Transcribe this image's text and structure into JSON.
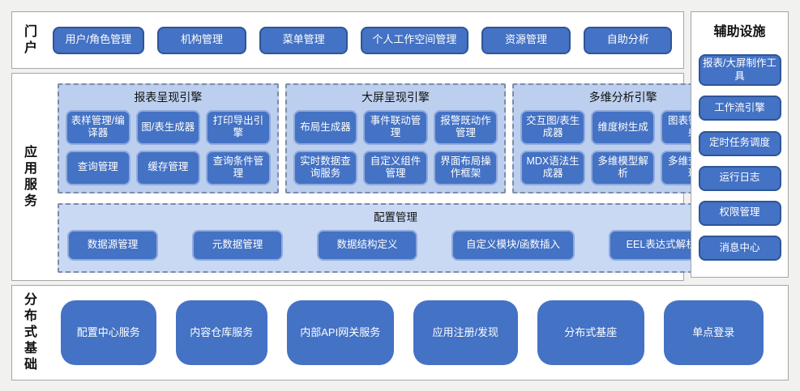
{
  "colors": {
    "button_blue": "#4472c4",
    "button_border_dark": "#2f5597",
    "inner_button_border": "#8faadc",
    "engine_panel_bg": "#bccfee",
    "config_panel_bg": "#c9d8f3",
    "dashed_border": "#7e8ca8",
    "section_border": "#a6a6a6",
    "page_bg": "#f1f1ef"
  },
  "portal": {
    "label": "门户",
    "items": [
      "用户/角色管理",
      "机构管理",
      "菜单管理",
      "个人工作空间管理",
      "资源管理",
      "自助分析"
    ]
  },
  "app_services": {
    "label": "应用服务",
    "engines": [
      {
        "title": "报表呈现引擎",
        "items": [
          "表样管理/编译器",
          "图/表生成器",
          "打印导出引擎",
          "查询管理",
          "缓存管理",
          "查询条件管理"
        ]
      },
      {
        "title": "大屏呈现引擎",
        "items": [
          "布局生成器",
          "事件联动管理",
          "报警既动作管理",
          "实时数据查询服务",
          "自定义组件管理",
          "界面布局操作框架"
        ]
      },
      {
        "title": "多维分析引擎",
        "items": [
          "交互图/表生成器",
          "维度树生成",
          "图表智能映射",
          "MDX语法生成器",
          "多维模型解析",
          "多维查询管理"
        ]
      }
    ],
    "config": {
      "title": "配置管理",
      "items": [
        "数据源管理",
        "元数据管理",
        "数据结构定义",
        "自定义模块/函数插入",
        "EEL表达式解析器"
      ]
    }
  },
  "distributed": {
    "label": "分布式基础",
    "items": [
      "配置中心服务",
      "内容仓库服务",
      "内部API网关服务",
      "应用注册/发现",
      "分布式基座",
      "单点登录"
    ]
  },
  "auxiliary": {
    "label": "辅助设施",
    "items": [
      "报表/大屏制作工具",
      "工作流引擎",
      "定时任务调度",
      "运行日志",
      "权限管理",
      "消息中心"
    ]
  }
}
